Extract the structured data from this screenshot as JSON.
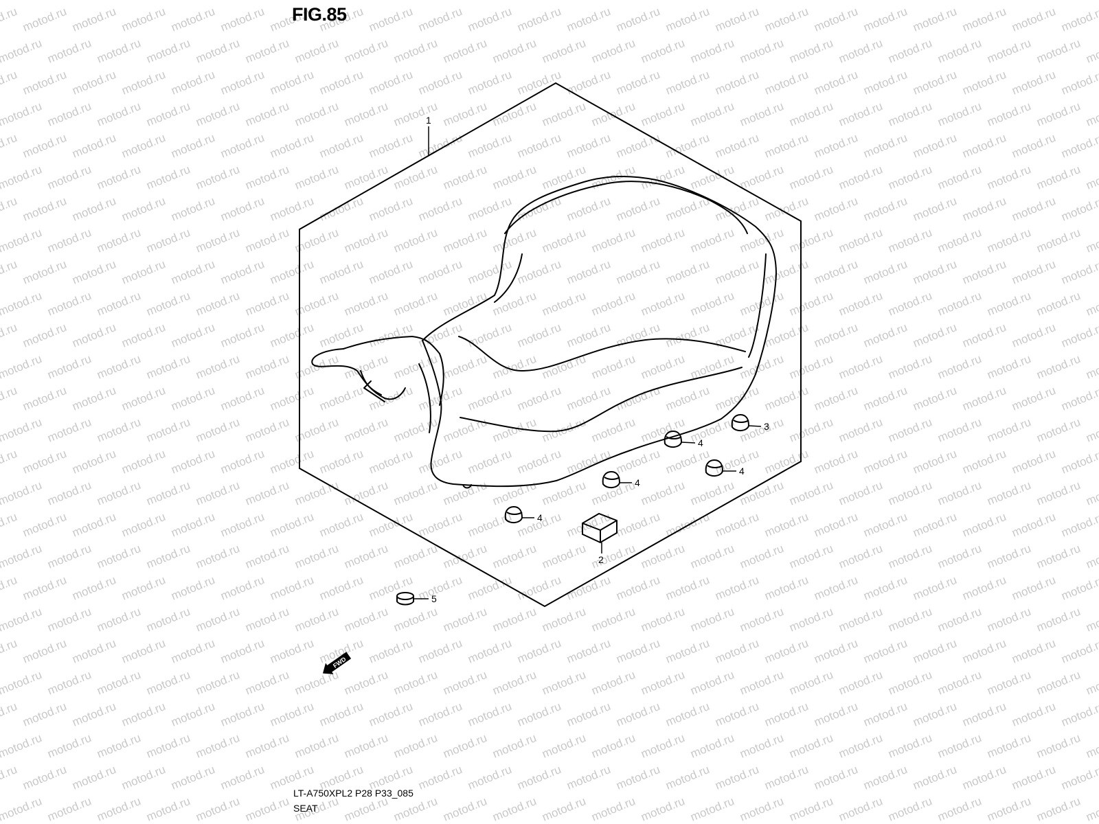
{
  "figure": {
    "title": "FIG.85"
  },
  "footer": {
    "model_code": "LT-A750XPL2 P28 P33_085",
    "part_name": "SEAT"
  },
  "watermark": {
    "text": "motod.ru",
    "color": "#c8c8c8"
  },
  "callouts": [
    {
      "id": "seat",
      "label": "1"
    },
    {
      "id": "block",
      "label": "2"
    },
    {
      "id": "cushion-a",
      "label": "3"
    },
    {
      "id": "cushion-b",
      "label": "4"
    },
    {
      "id": "cushion-c",
      "label": "4"
    },
    {
      "id": "cushion-d",
      "label": "4"
    },
    {
      "id": "cushion-e",
      "label": "4"
    },
    {
      "id": "grommet",
      "label": "5"
    }
  ],
  "fwd_marker": {
    "label": "FWD",
    "icon": "fwd-arrow-icon"
  },
  "colors": {
    "line": "#000000",
    "background": "#ffffff"
  }
}
